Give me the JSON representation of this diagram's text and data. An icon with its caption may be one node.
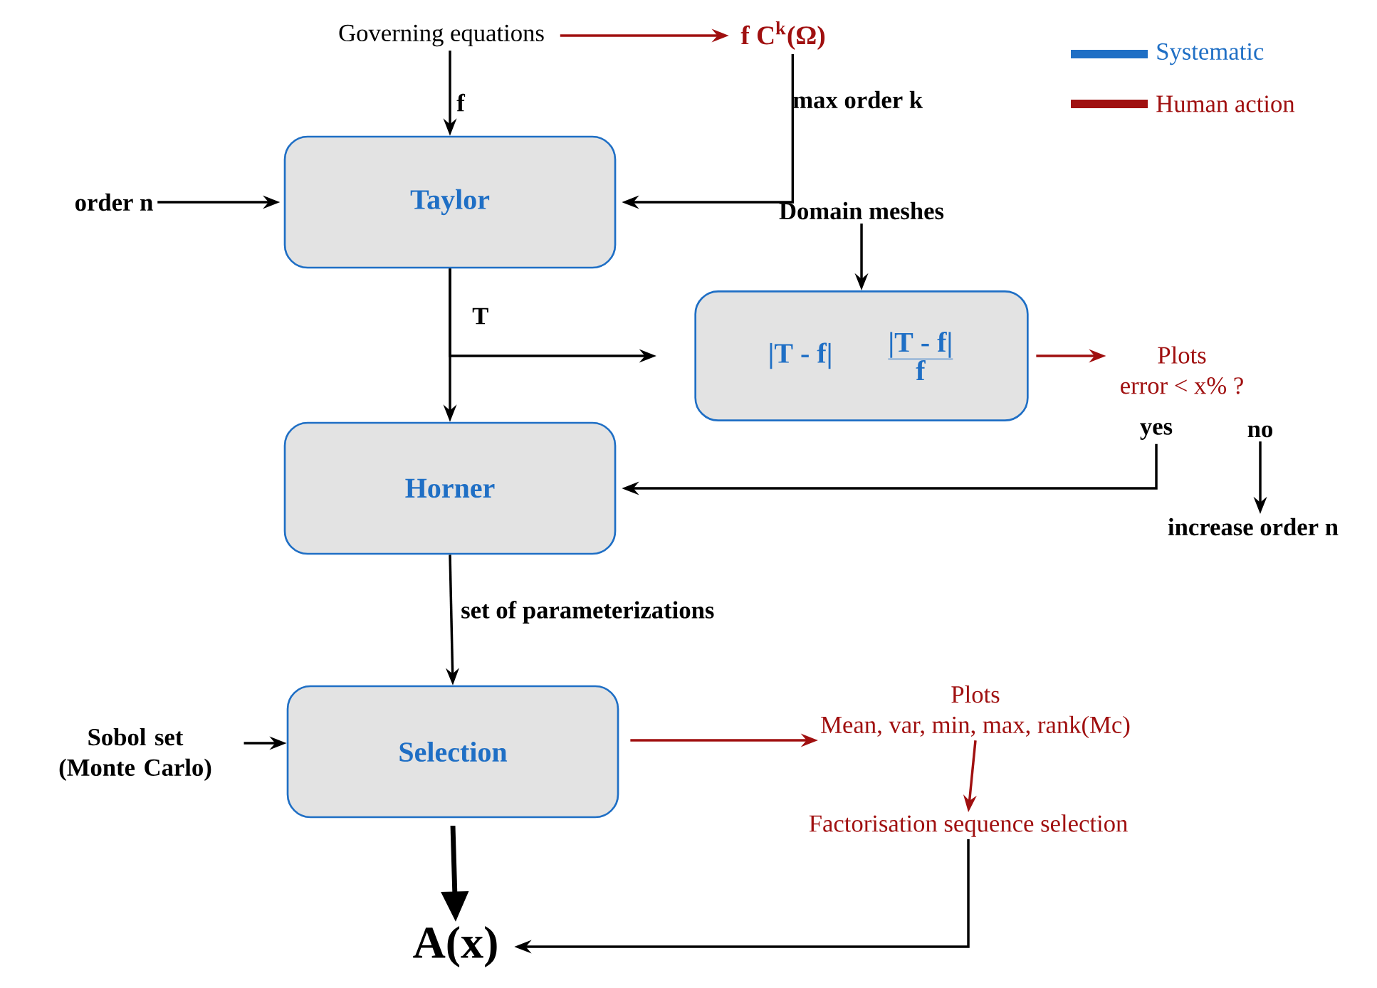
{
  "diagram": {
    "nodes": [
      {
        "text": [
          "Governing equations"
        ]
      },
      {
        "text": [
          "f C$^{k}$(Ω)"
        ]
      },
      {
        "text": [
          "Taylor"
        ]
      },
      {
        "text": [
          "order n"
        ]
      },
      {
        "text": [
          "Domain meshes"
        ]
      },
      {
        "text": [
          "|T - f|",
          "|T - f|",
          "f"
        ]
      },
      {
        "text": [
          "Plots",
          "error < x% ?"
        ]
      },
      {
        "text": [
          "yes"
        ]
      },
      {
        "text": [
          "no"
        ]
      },
      {
        "text": [
          "increase order n"
        ]
      },
      {
        "text": [
          "Horner"
        ]
      },
      {
        "text": [
          "Selection"
        ]
      },
      {
        "text": [
          "Sobol set (Monte Carlo)"
        ]
      },
      {
        "text": [
          "Plots",
          "Mean, var, min, max, rank(Mc)"
        ]
      },
      {
        "text": [
          "Factorisation sequence selection"
        ]
      },
      {
        "text": [
          "A(x)"
        ]
      }
    ],
    "edges": [
      {
        "from": 0,
        "to": 2,
        "arrow": "to",
        "label": "f"
      },
      {
        "from": 0,
        "to": 1,
        "arrow": "to",
        "color": "#a01010"
      },
      {
        "from": 1,
        "to": 2,
        "arrow": "to",
        "label": "max order k"
      },
      {
        "from": 3,
        "to": 2,
        "arrow": "to"
      },
      {
        "from": 4,
        "to": 5,
        "arrow": "to"
      },
      {
        "from": 2,
        "to": 10,
        "arrow": "to",
        "label": "T"
      },
      {
        "from": 2,
        "to": 5,
        "arrow": "to"
      },
      {
        "from": 5,
        "to": 6,
        "arrow": "to",
        "color": "#a01010"
      },
      {
        "from": 7,
        "to": 10,
        "arrow": "to"
      },
      {
        "from": 8,
        "to": 9,
        "arrow": "to"
      },
      {
        "from": 10,
        "to": 11,
        "arrow": "to",
        "label": "set of parameterizations"
      },
      {
        "from": 12,
        "to": 11,
        "arrow": "to"
      },
      {
        "from": 11,
        "to": 13,
        "arrow": "to",
        "color": "#a01010"
      },
      {
        "from": 13,
        "to": 14,
        "arrow": "to",
        "color": "#a01010"
      },
      {
        "from": 14,
        "to": 15,
        "arrow": "to"
      },
      {
        "from": 11,
        "to": 15,
        "arrow": "to",
        "style": "thick"
      }
    ],
    "legend": [
      {
        "text": "Systematic",
        "color": "#1f6fc5"
      },
      {
        "text": "Human action",
        "color": "#a01010"
      }
    ]
  }
}
